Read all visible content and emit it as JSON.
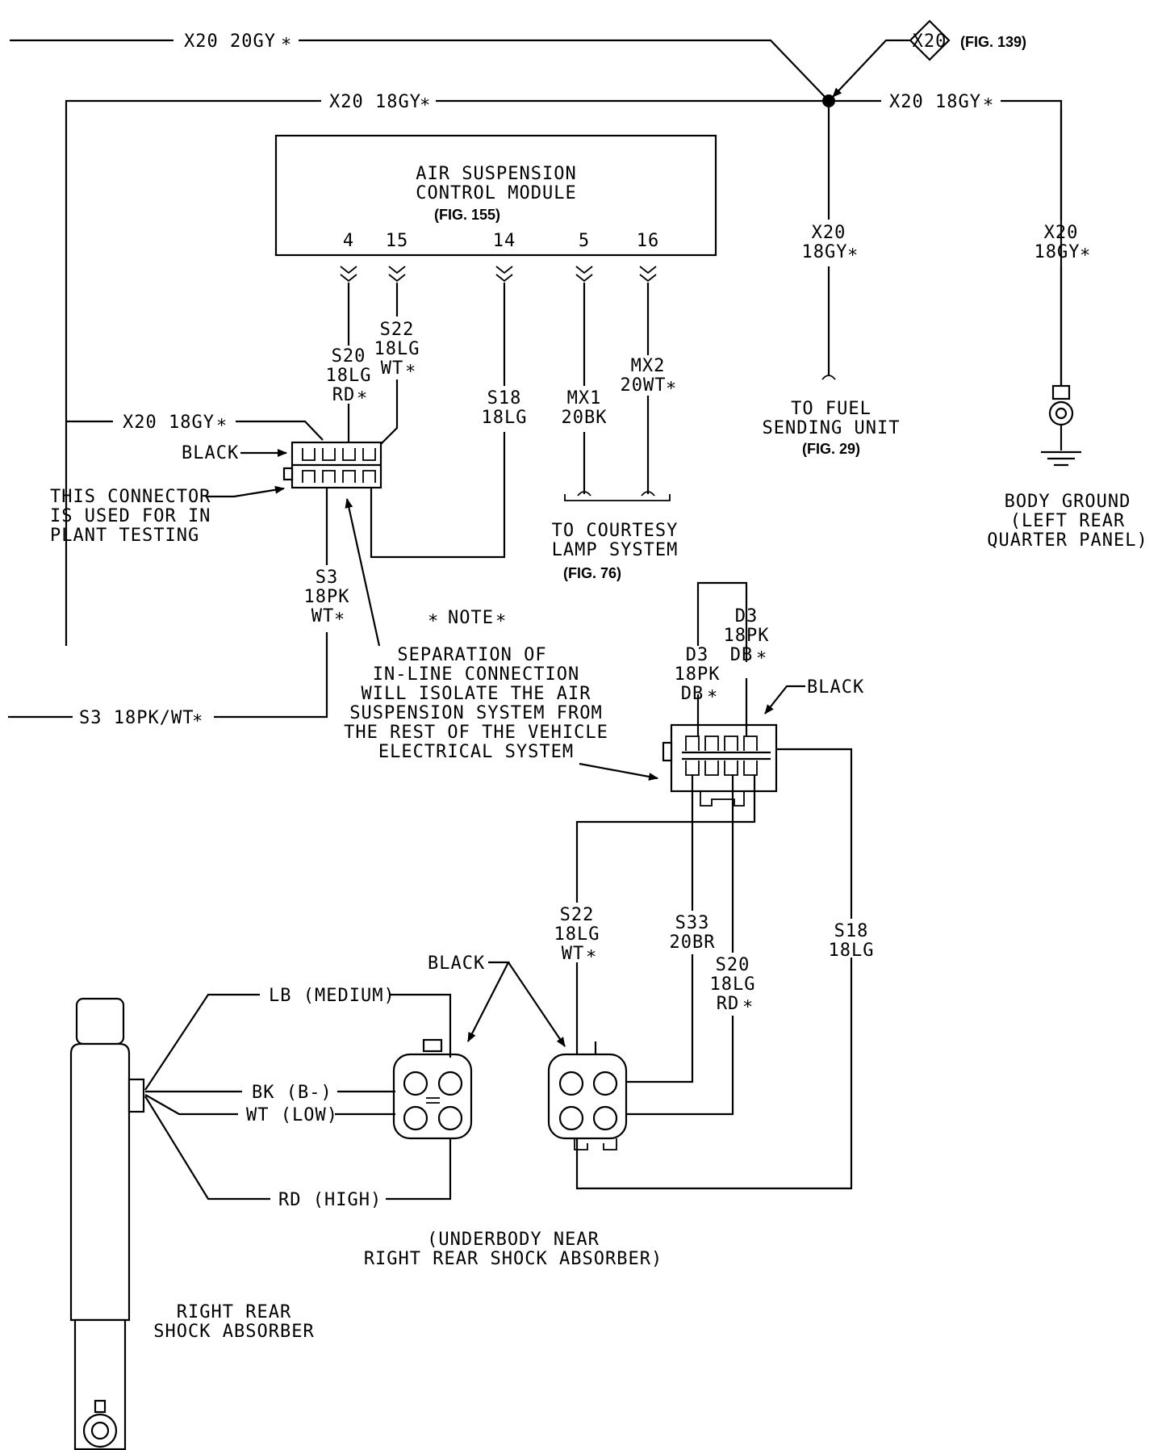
{
  "wires": {
    "x20_20gy_top": "X20 20GY",
    "x20_18gy_top": "X20 18GY",
    "x20_18gy_right": "X20 18GY",
    "x20_18gy_left": "X20 18GY",
    "x20_fuel": [
      "X20",
      "18GY"
    ],
    "x20_ground": [
      "X20",
      "18GY"
    ],
    "s20_upper": [
      "S20",
      "18LG",
      "RD"
    ],
    "s22_upper": [
      "S22",
      "18LG",
      "WT"
    ],
    "s18_upper": [
      "S18",
      "18LG"
    ],
    "mx1": [
      "MX1",
      "20BK"
    ],
    "mx2": [
      "MX2",
      "20WT"
    ],
    "s3_vertical": [
      "S3",
      "18PK",
      "WT"
    ],
    "s3_horizontal": "S3 18PK/WT",
    "d3_left": [
      "D3",
      "18PK",
      "DB"
    ],
    "d3_right": [
      "D3",
      "18PK",
      "DB"
    ],
    "s22_lower": [
      "S22",
      "18LG",
      "WT"
    ],
    "s33": [
      "S33",
      "20BR"
    ],
    "s20_lower": [
      "S20",
      "18LG",
      "RD"
    ],
    "s18_lower": [
      "S18",
      "18LG"
    ]
  },
  "star": "∗",
  "splice_label": "X20",
  "fig139": "(FIG. 139)",
  "module": {
    "title": [
      "AIR SUSPENSION",
      "CONTROL MODULE"
    ],
    "fig": "(FIG. 155)",
    "pins": [
      "4",
      "15",
      "14",
      "5",
      "16"
    ]
  },
  "fuel": {
    "text": [
      "TO FUEL",
      "SENDING UNIT"
    ],
    "fig": "(FIG. 29)"
  },
  "ground": {
    "text": [
      "BODY GROUND",
      "(LEFT REAR",
      "QUARTER PANEL)"
    ]
  },
  "courtesy": {
    "text": [
      "TO COURTESY",
      "LAMP SYSTEM"
    ],
    "fig": "(FIG. 76)"
  },
  "connectors": {
    "black": "BLACK",
    "test_note": [
      "THIS CONNECTOR",
      "IS USED FOR IN",
      "PLANT TESTING"
    ]
  },
  "note": {
    "heading": "NOTE",
    "text": [
      "SEPARATION OF",
      "IN-LINE CONNECTION",
      "WILL ISOLATE THE AIR",
      "SUSPENSION SYSTEM FROM",
      "THE REST OF THE VEHICLE",
      "ELECTRICAL SYSTEM"
    ]
  },
  "shock_wires": [
    "LB (MEDIUM)",
    "BK (B-)",
    "WT (LOW)",
    "RD (HIGH)"
  ],
  "location": [
    "(UNDERBODY NEAR",
    "RIGHT REAR SHOCK ABSORBER)"
  ],
  "shock_label": [
    "RIGHT REAR",
    "SHOCK ABSORBER"
  ]
}
